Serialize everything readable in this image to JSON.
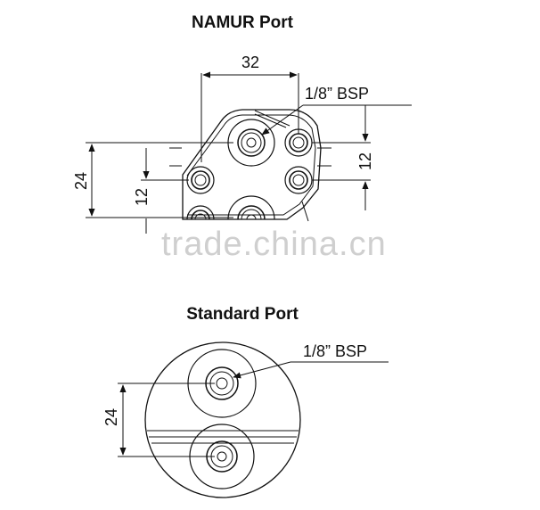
{
  "namur": {
    "title": "NAMUR Port",
    "dim_top": "32",
    "callout": "1/8” BSP",
    "dim_left_outer": "24",
    "dim_left_inner": "12",
    "dim_right": "12"
  },
  "standard": {
    "title": "Standard Port",
    "callout": "1/8” BSP",
    "dim_left": "24"
  },
  "watermark": "trade.china.cn"
}
